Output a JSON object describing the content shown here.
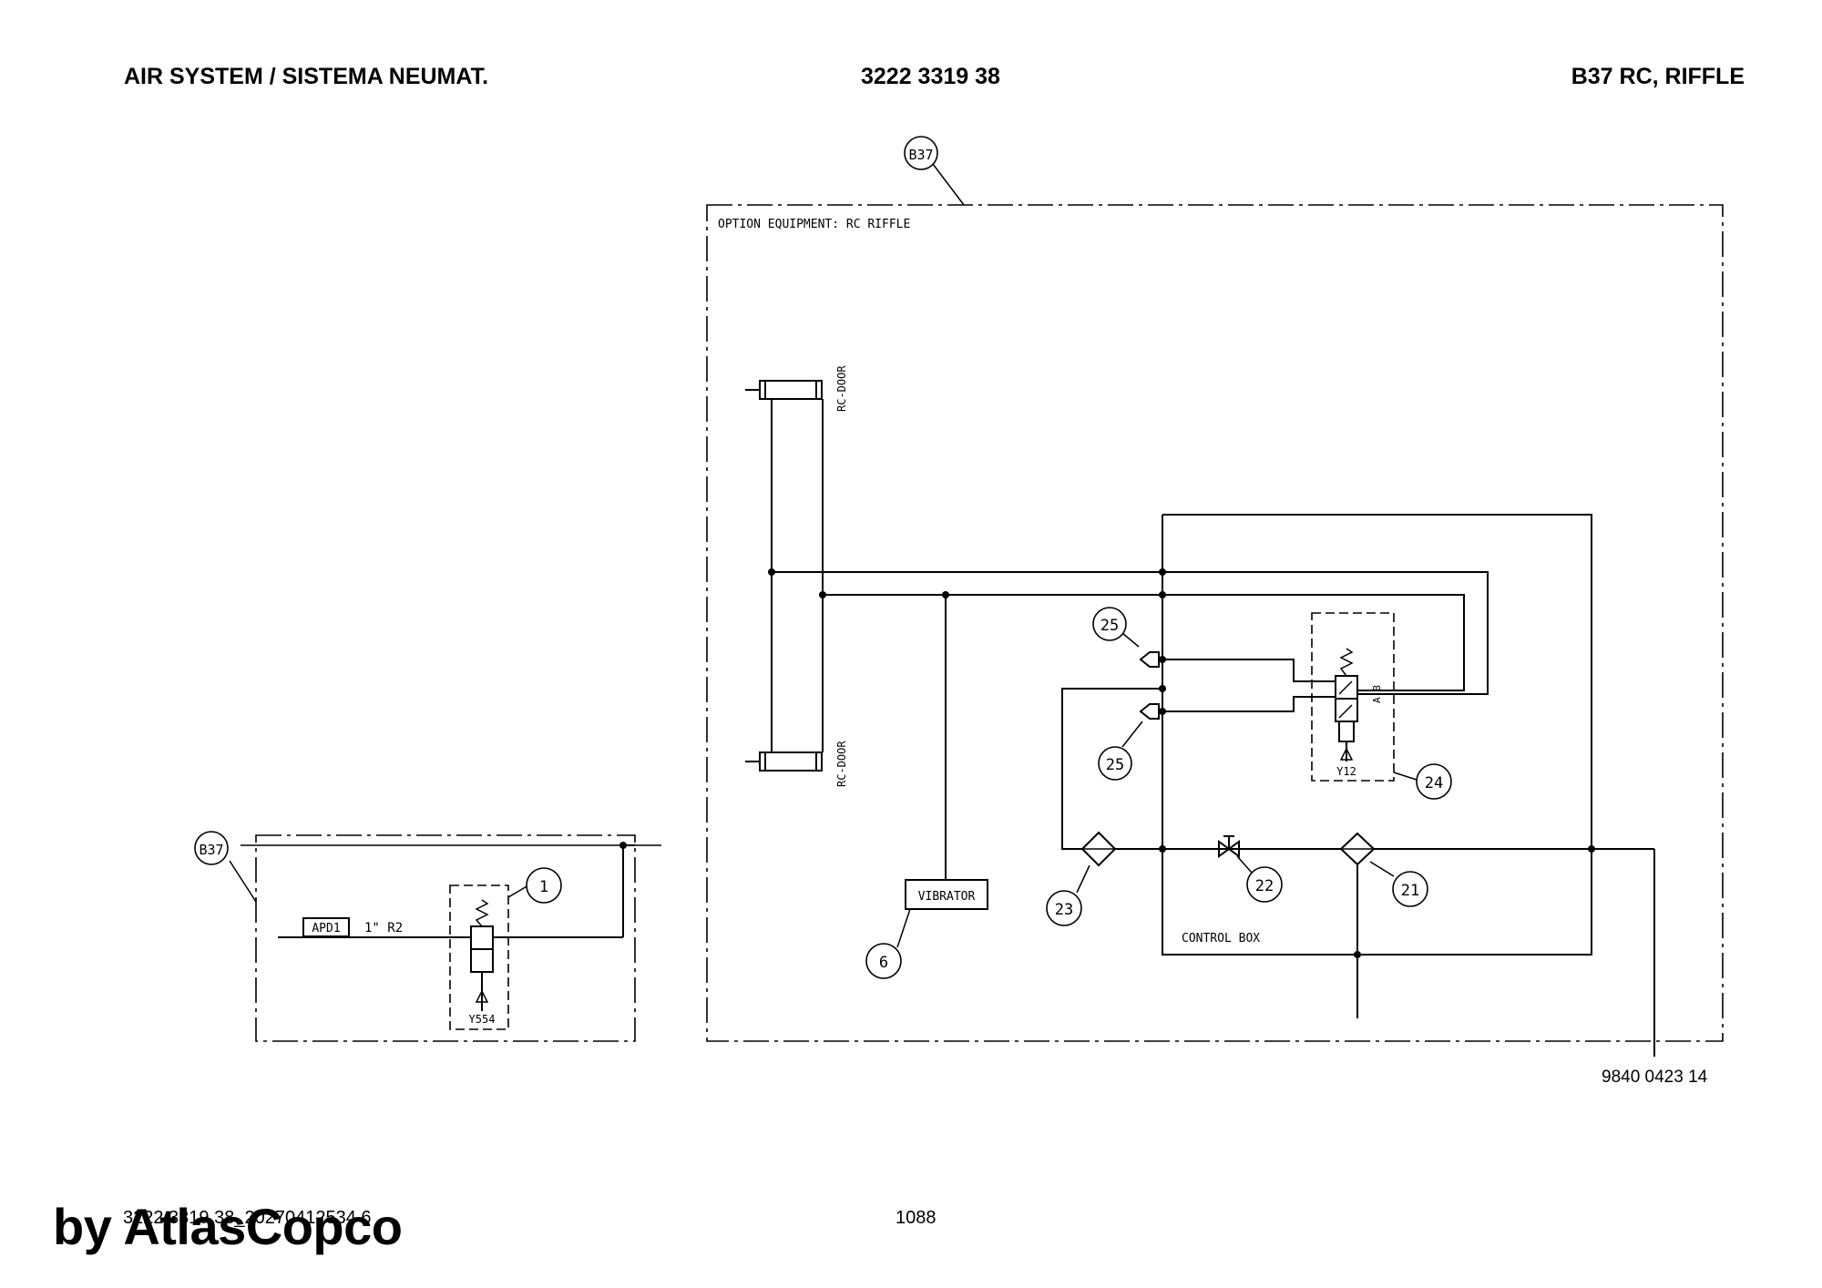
{
  "header": {
    "left": "AIR SYSTEM / SISTEMA NEUMAT.",
    "center": "3222 3319 38",
    "right": "B37 RC, RIFFLE"
  },
  "diagram": {
    "option_label": "OPTION EQUIPMENT: RC RIFFLE",
    "ref_b37": "B37",
    "cylinder_top_label": "RC-DOOR",
    "cylinder_bottom_label": "RC-DOOR",
    "vibrator_label": "VIBRATOR",
    "control_box_label": "CONTROL BOX",
    "valve_y12_label": "Y12",
    "valve_ports": "A B",
    "valve_y554_label": "Y554",
    "apd_label": "APD1",
    "pipe_label": "1\" R2",
    "callouts": {
      "c1": "1",
      "c6": "6",
      "c21": "21",
      "c22": "22",
      "c23": "23",
      "c24": "24",
      "c25a": "25",
      "c25b": "25"
    }
  },
  "doc_number": "9840 0423 14",
  "footer": {
    "id": "3222 3319 38_20270412534 6",
    "page": "1088",
    "watermark": "by AtlasCopco"
  }
}
